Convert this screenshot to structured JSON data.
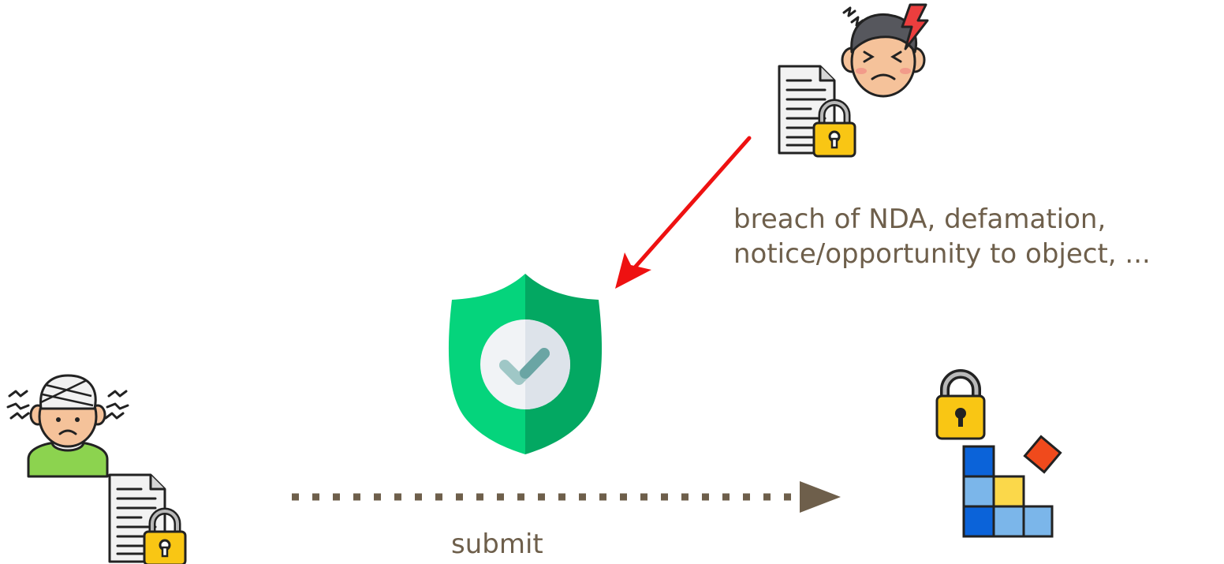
{
  "diagram": {
    "breach_line1": "breach of NDA, defamation,",
    "breach_line2": "notice/opportunity to object, ...",
    "submit": "submit",
    "colors": {
      "attack_arrow": "#ee1111",
      "submit_arrow": "#6e5f4b",
      "shield_light": "#05d47c",
      "shield_dark": "#03a862",
      "lock_body": "#f9c614",
      "block_dark": "#0b63d9",
      "block_light": "#7bb6ea",
      "block_yellow": "#fbd84a",
      "block_red": "#f04a1c"
    },
    "icons": [
      "angry-person-icon",
      "locked-document-icon",
      "shield-check-icon",
      "injured-person-icon",
      "locked-document-icon",
      "padlock-icon",
      "blocks-icon"
    ]
  }
}
